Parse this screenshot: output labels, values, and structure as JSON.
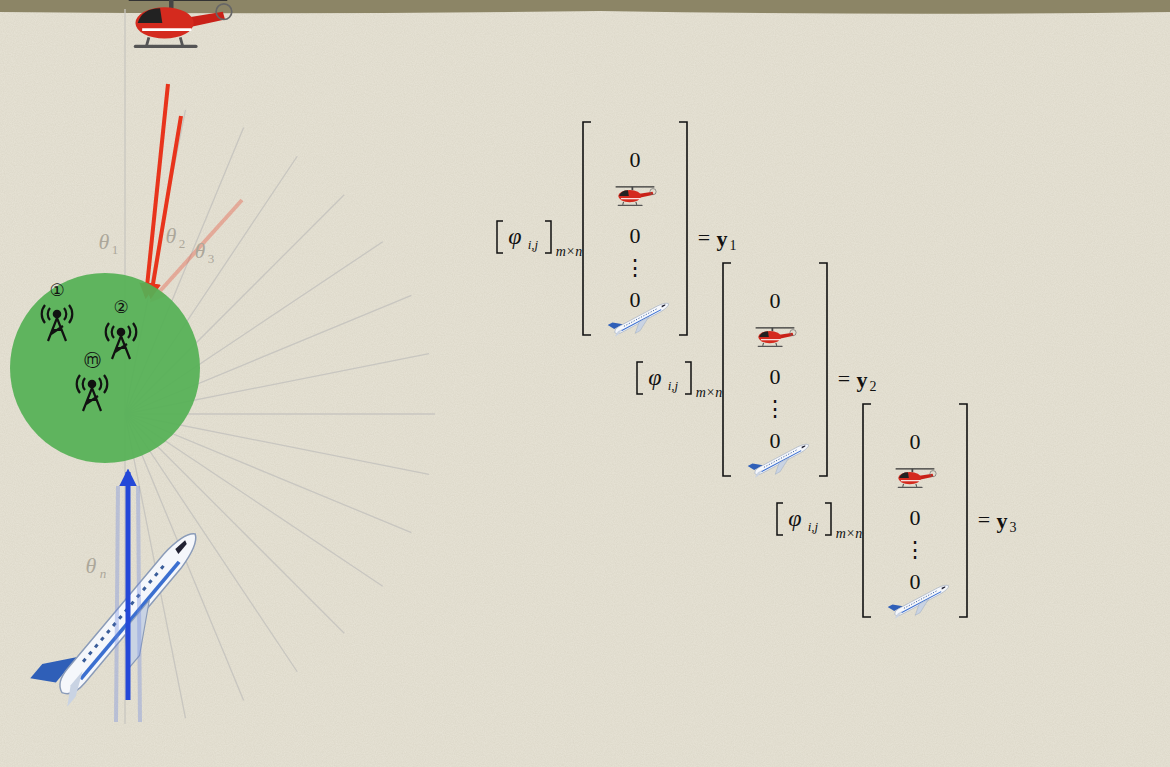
{
  "diagram": {
    "nodes": [
      {
        "text": [
          "①",
          "②",
          "ⓜ"
        ]
      }
    ],
    "labels": [
      "θ",
      "1",
      "θ",
      "2",
      "θ",
      "3",
      "θ",
      "n",
      "φ",
      "i,j",
      "m×n",
      "0",
      "0",
      "⋮",
      "0",
      "=",
      "y",
      "1",
      "φ",
      "i,j",
      "m×n",
      "0",
      "0",
      "⋮",
      "0",
      "=",
      "y",
      "2",
      "φ",
      "i,j",
      "m×n",
      "0",
      "0",
      "⋮",
      "0",
      "=",
      "y",
      "3"
    ]
  }
}
